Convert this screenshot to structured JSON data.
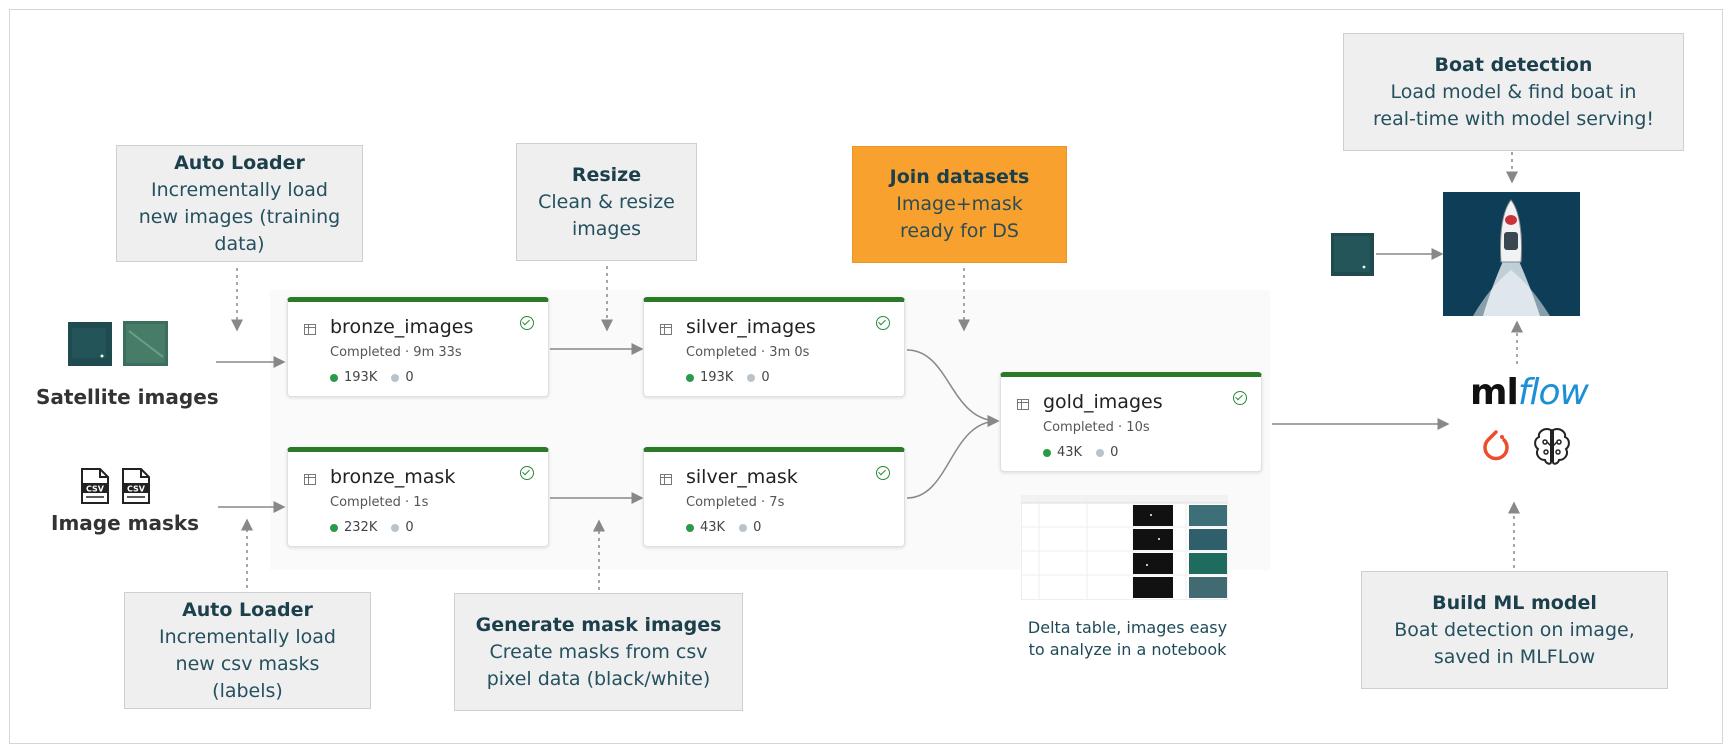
{
  "notes": {
    "auto_loader_images": {
      "title": "Auto Loader",
      "body": "Incrementally load new images (training data)"
    },
    "resize": {
      "title": "Resize",
      "body": "Clean & resize images"
    },
    "join": {
      "title": "Join datasets",
      "body": "Image+mask ready for DS"
    },
    "boat_detection": {
      "title": "Boat detection",
      "body_1": "Load model & find boat in",
      "body_2": "real-time with model serving!"
    },
    "auto_loader_masks": {
      "title": "Auto Loader",
      "body": "Incrementally load new csv masks (labels)"
    },
    "generate_masks": {
      "title": "Generate mask images",
      "body": "Create masks from csv pixel data (black/white)"
    },
    "build_model": {
      "title": "Build ML model",
      "body": "Boat detection on image, saved in MLFLow"
    }
  },
  "sources": {
    "satellite_label": "Satellite images",
    "masks_label": "Image masks",
    "csv_text": "CSV"
  },
  "tables": {
    "bronze_images": {
      "name": "bronze_images",
      "status": "Completed · 9m 33s",
      "rows": "193K",
      "dropped": "0"
    },
    "silver_images": {
      "name": "silver_images",
      "status": "Completed · 3m 0s",
      "rows": "193K",
      "dropped": "0"
    },
    "bronze_mask": {
      "name": "bronze_mask",
      "status": "Completed · 1s",
      "rows": "232K",
      "dropped": "0"
    },
    "silver_mask": {
      "name": "silver_mask",
      "status": "Completed · 7s",
      "rows": "43K",
      "dropped": "0"
    },
    "gold_images": {
      "name": "gold_images",
      "status": "Completed · 10s",
      "rows": "43K",
      "dropped": "0"
    }
  },
  "delta_caption": "Delta table, images easy to analyze in a notebook",
  "mlflow": {
    "ml": "ml",
    "flow": "flow"
  },
  "colors": {
    "card_top": "#2a7a28",
    "note_bg": "#efefef",
    "highlight": "#f8a12e",
    "ok": "#2a9a4a"
  },
  "icons": [
    "table-icon",
    "check-circle-icon",
    "csv-file-icon",
    "pytorch-icon",
    "brain-icon"
  ]
}
